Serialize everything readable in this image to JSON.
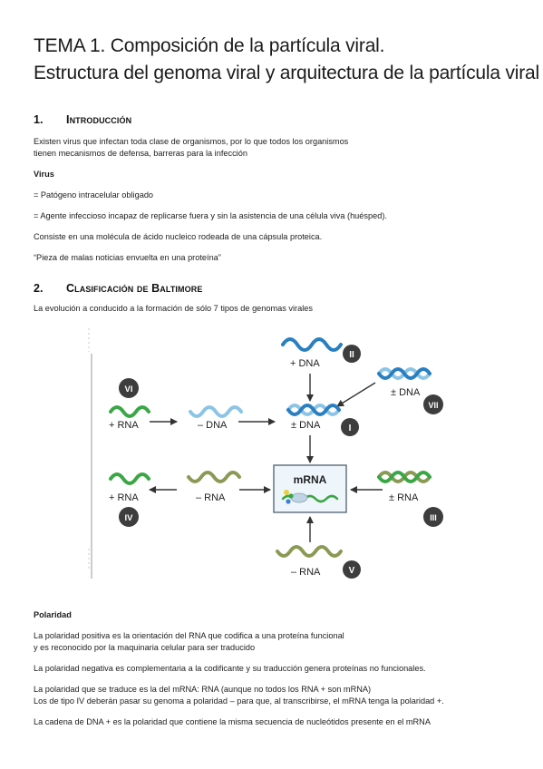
{
  "title": {
    "line1": "TEMA 1. Composición de la partícula viral.",
    "line2": "Estructura del genoma viral y arquitectura de la partícula viral"
  },
  "sections": {
    "intro": {
      "number": "1.",
      "heading": "Introducción",
      "p1a": "Existen virus que infectan toda clase de organismos, por lo que todos los organismos",
      "p1b": "tienen mecanismos de defensa, barreras para la infección",
      "virus_label": "Virus",
      "def1": "= Patógeno intracelular obligado",
      "def2": "= Agente infeccioso incapaz de replicarse fuera y sin la asistencia de una célula viva (huésped).",
      "p2": "Consiste en una molécula de ácido nucleico rodeada de una cápsula proteica.",
      "quote": "“Pieza de malas noticias envuelta en una proteína”"
    },
    "baltimore": {
      "number": "2.",
      "heading": "Clasificación de Baltimore",
      "p1": "La evolución a conducido a la formación de sólo 7 tipos de genomas virales"
    },
    "polarity": {
      "heading": "Polaridad",
      "p1a": "La polaridad positiva es la orientación del RNA que codifica a una proteína funcional",
      "p1b": "y es reconocido por la maquinaria celular para ser traducido",
      "p2": "La polaridad negativa es complementaria a la codificante y su traducción genera proteínas no funcionales.",
      "p3a": "La polaridad que se traduce es la del mRNA: RNA (aunque no todos los RNA + son mRNA)",
      "p3b": "Los de tipo IV deberán pasar su genoma a polaridad – para que, al transcribirse, el mRNA tenga la polaridad +.",
      "p4": "La cadena de DNA + es la polaridad que contiene la misma secuencia de nucleótidos presente en el mRNA"
    }
  },
  "diagram": {
    "labels": {
      "plus_dna": "+ DNA",
      "pm_dna_vii": "± DNA",
      "plus_rna_vi": "+ RNA",
      "minus_dna": "– DNA",
      "pm_dna_i": "± DNA",
      "mrna": "mRNA",
      "plus_rna_iv": "+ RNA",
      "minus_rna_iv": "– RNA",
      "pm_rna": "± RNA",
      "minus_rna_v": "– RNA"
    },
    "classes": {
      "i": "I",
      "ii": "II",
      "iii": "III",
      "iv": "IV",
      "v": "V",
      "vi": "VI",
      "vii": "VII"
    },
    "colors": {
      "dna_dark": "#2a7fc1",
      "dna_light": "#8cc4e6",
      "rna_plus": "#3aa645",
      "rna_minus": "#8a9a55",
      "badge": "#3d3d3d"
    }
  }
}
